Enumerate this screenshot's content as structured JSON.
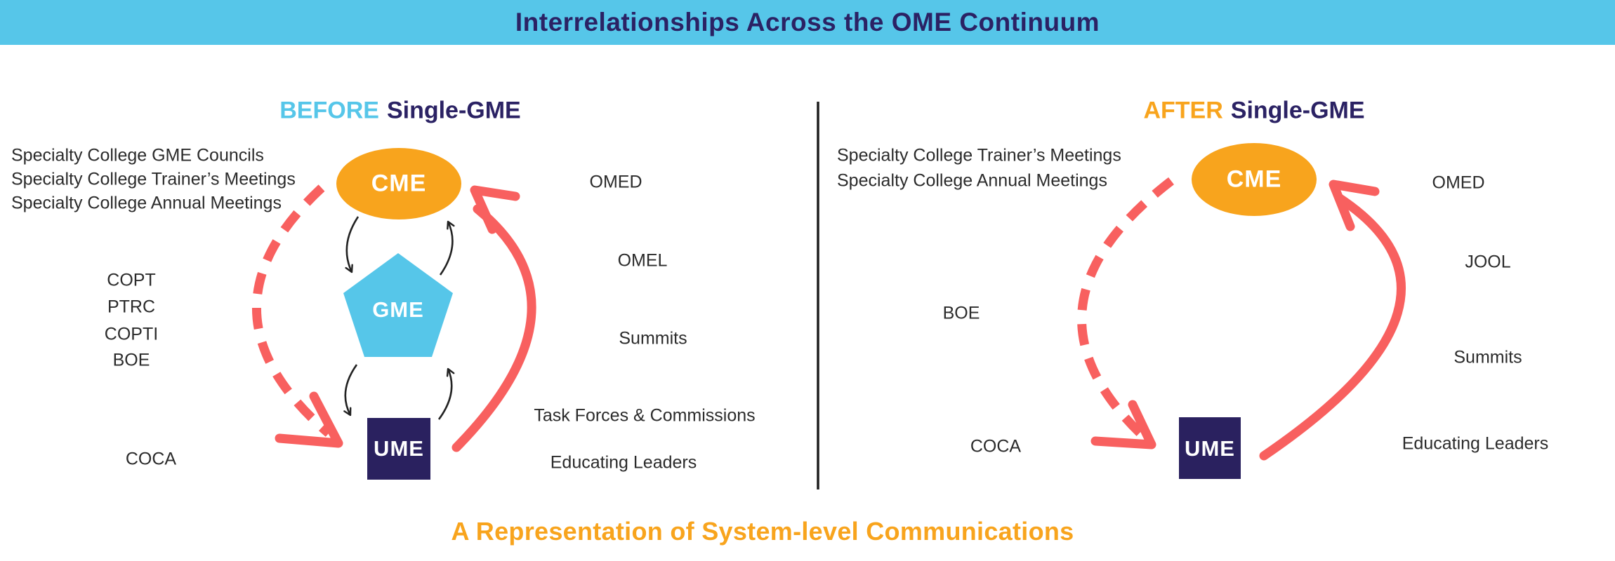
{
  "header": {
    "title": "Interrelationships Across the OME Continuum"
  },
  "panels": {
    "before": {
      "title_highlight": "BEFORE",
      "title_rest": "Single-GME",
      "top_left_lines": [
        "Specialty College GME Councils",
        "Specialty College Trainer’s Meetings",
        "Specialty College Annual Meetings"
      ],
      "left_labels": [
        "COPT",
        "PTRC",
        "COPTI",
        "BOE"
      ],
      "bottom_left_label": "COCA",
      "right_labels": [
        "OMED",
        "OMEL",
        "Summits",
        "Task Forces & Commissions",
        "Educating Leaders"
      ],
      "nodes": {
        "cme": "CME",
        "gme": "GME",
        "ume": "UME"
      }
    },
    "after": {
      "title_highlight": "AFTER",
      "title_rest": "Single-GME",
      "top_left_lines": [
        "Specialty College Trainer’s Meetings",
        "Specialty College Annual Meetings"
      ],
      "left_labels": [
        "BOE"
      ],
      "bottom_left_label": "COCA",
      "right_labels": [
        "OMED",
        "JOOL",
        "Summits",
        "Educating Leaders"
      ],
      "nodes": {
        "cme": "CME",
        "ume": "UME"
      }
    }
  },
  "caption": "A Representation of System-level Communications",
  "colors": {
    "header_bg": "#56c6e9",
    "accent_blue": "#56c6e9",
    "navy": "#2b2264",
    "orange": "#f8a41d",
    "coral": "#f8605f",
    "ink": "#2b2b2b",
    "divider": "#1e1e1e"
  }
}
